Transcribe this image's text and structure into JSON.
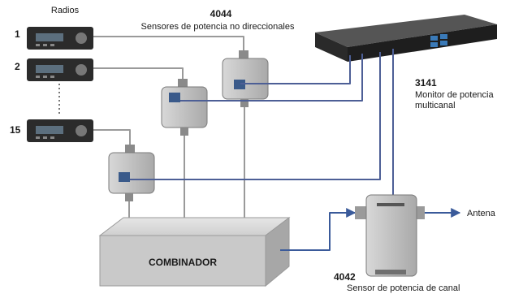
{
  "labels": {
    "radios_title": "Radios",
    "radio_1": "1",
    "radio_2": "2",
    "radio_15": "15",
    "sensor_model": "4044",
    "sensor_desc": "Sensores de potencia no direccionales",
    "monitor_model": "3141",
    "monitor_desc_line1": "Monitor de potencia",
    "monitor_desc_line2": "multicanal",
    "combiner": "COMBINADOR",
    "antenna": "Antena",
    "channel_sensor_model": "4042",
    "channel_sensor_desc": "Sensor de potencia de canal"
  },
  "colors": {
    "cable_blue": "#4d5f96",
    "cable_gray": "#9a9a9a",
    "arrow_blue": "#3a5a9a",
    "combiner_fill": "#c9c9c9"
  }
}
